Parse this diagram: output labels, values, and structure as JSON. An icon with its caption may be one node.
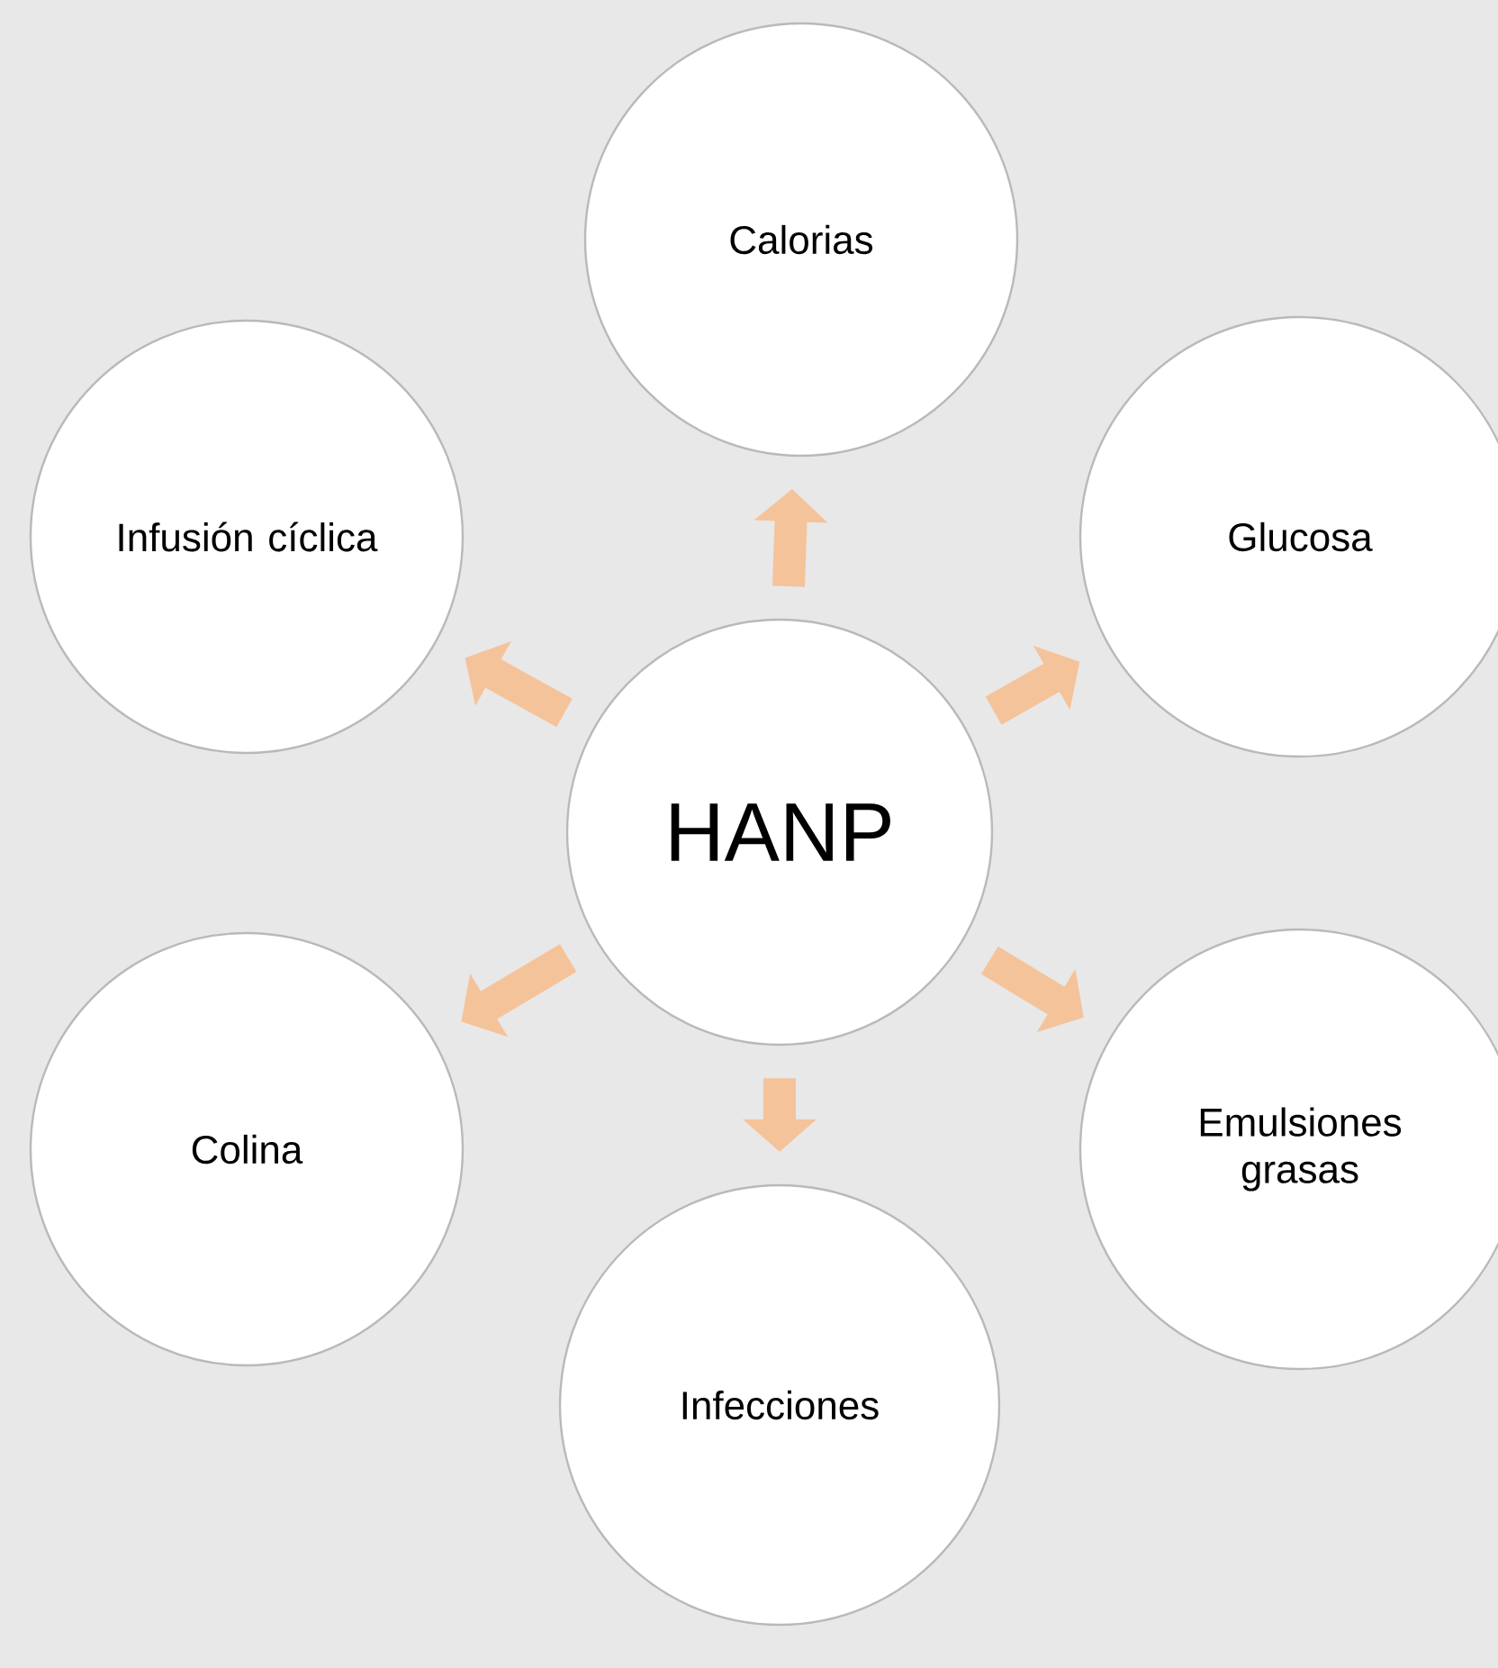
{
  "diagram": {
    "nodes": [
      {
        "text": [
          "Calorias"
        ]
      },
      {
        "text": [
          "Infusión cíclica"
        ]
      },
      {
        "text": [
          "Glucosa"
        ]
      },
      {
        "text": [
          "HANP"
        ]
      },
      {
        "text": [
          "Colina"
        ]
      },
      {
        "text": [
          "Emulsiones grasas"
        ]
      },
      {
        "text": [
          "Infecciones"
        ]
      }
    ],
    "edges": [
      {
        "from": 3,
        "to": 0,
        "arrow": "to"
      },
      {
        "from": 3,
        "to": 2,
        "arrow": "to"
      },
      {
        "from": 3,
        "to": 5,
        "arrow": "to"
      },
      {
        "from": 3,
        "to": 6,
        "arrow": "to"
      },
      {
        "from": 3,
        "to": 4,
        "arrow": "to"
      },
      {
        "from": 3,
        "to": 1,
        "arrow": "to"
      }
    ]
  }
}
